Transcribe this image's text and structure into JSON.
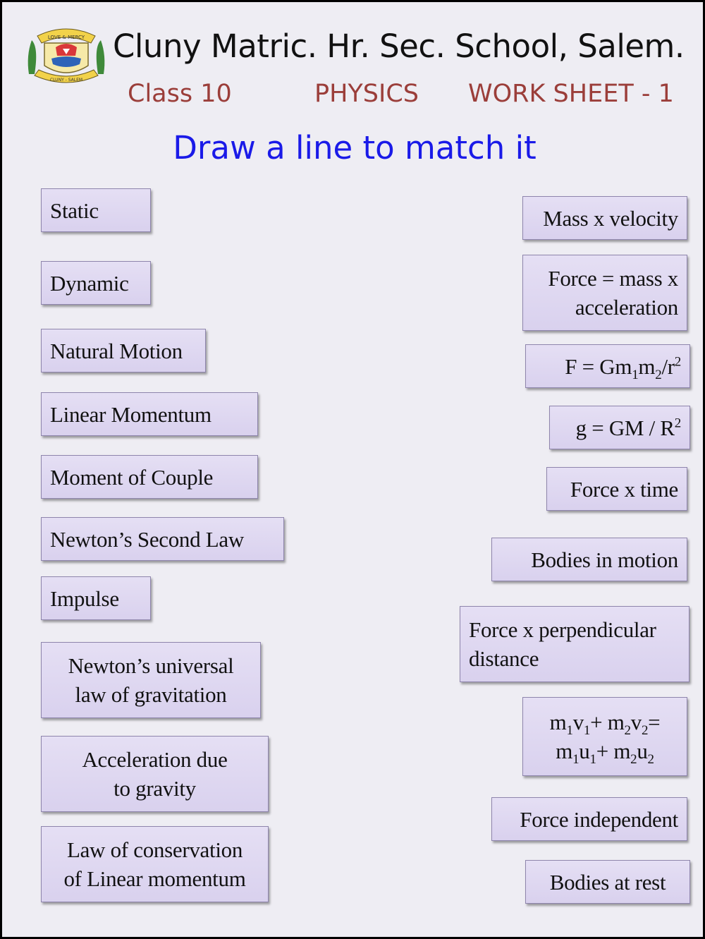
{
  "header": {
    "school_name": "Cluny Matric. Hr. Sec. School, Salem.",
    "class_label": "Class 10",
    "subject_label": "PHYSICS",
    "worksheet_label": "WORK SHEET - 1",
    "instruction": "Draw a line to match it"
  },
  "logo": {
    "top_text": "LOVE & MERCY",
    "bottom_text": "CLUNY - SALEM"
  },
  "left_items": [
    {
      "lines": [
        "Static"
      ]
    },
    {
      "lines": [
        "Dynamic"
      ]
    },
    {
      "lines": [
        "Natural Motion"
      ]
    },
    {
      "lines": [
        "Linear Momentum"
      ]
    },
    {
      "lines": [
        "Moment of Couple"
      ]
    },
    {
      "lines": [
        "Newton’s Second Law"
      ]
    },
    {
      "lines": [
        "Impulse"
      ]
    },
    {
      "lines": [
        "Newton’s universal",
        "law of gravitation"
      ]
    },
    {
      "lines": [
        "Acceleration due",
        "to gravity"
      ]
    },
    {
      "lines": [
        "Law of conservation",
        "of Linear momentum"
      ]
    }
  ],
  "right_items": {
    "mass_velocity": "Mass x velocity",
    "fma_line1": "Force = mass x",
    "fma_line2": "acceleration",
    "gravitation": {
      "F": "F = Gm",
      "s1": "1",
      "m": "m",
      "s2": "2",
      "r": "/r",
      "p": "2"
    },
    "gravity": {
      "g": "g = GM / R",
      "p": "2"
    },
    "force_time": "Force x time",
    "bodies_motion": "Bodies in motion",
    "perp_line1": "Force x perpendicular",
    "perp_line2": "distance",
    "conservation": {
      "a": "m",
      "a1": "1",
      "b": "v",
      "b1": "1",
      "c": "+ m",
      "c1": "2",
      "d": "v",
      "d1": "2",
      "e": "=",
      "f": "m",
      "f1": "1",
      "g": "u",
      "g1": "1",
      "h": "+ m",
      "h1": "2",
      "i": "u",
      "i1": "2"
    },
    "force_independent": "Force independent",
    "bodies_rest": "Bodies at rest"
  },
  "colors": {
    "background": "#eeedf3",
    "card_fill": "#ddd6f0",
    "card_border": "#8e85ac",
    "school_text": "#111111",
    "subheading": "#9b3e3a",
    "instruction": "#1a1ae8"
  }
}
